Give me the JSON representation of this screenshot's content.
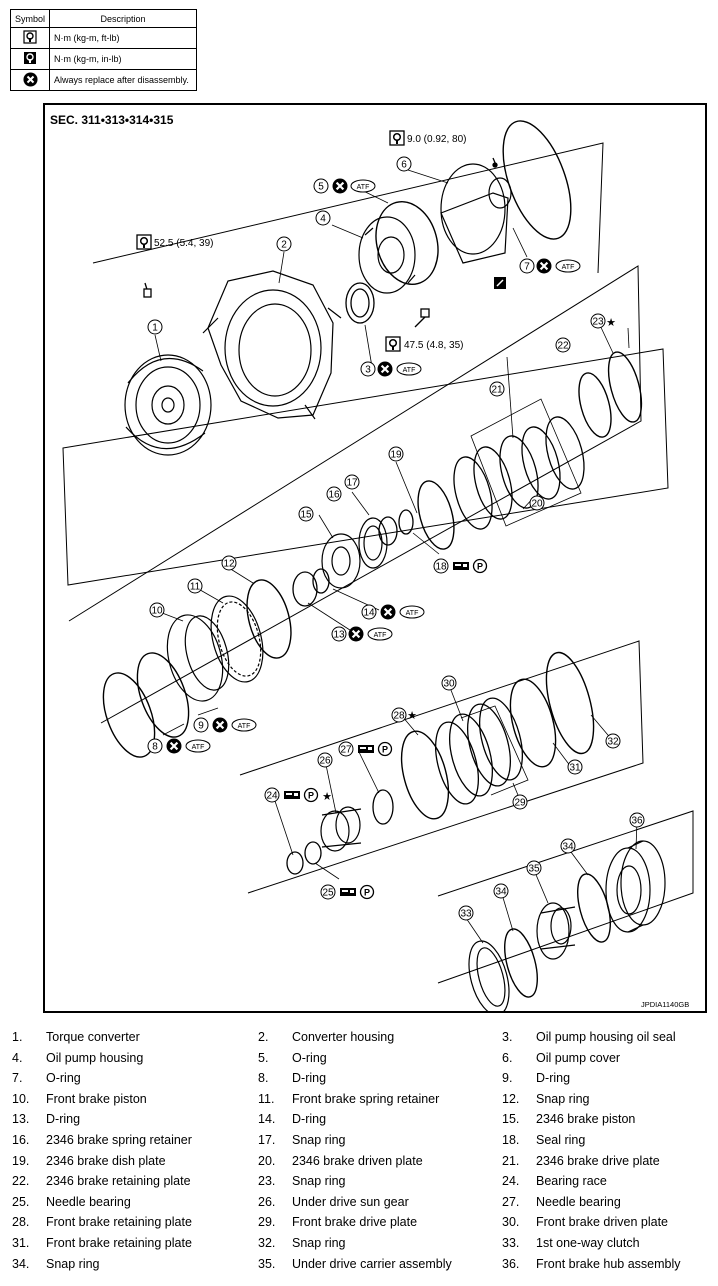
{
  "symbol_table": {
    "header_symbol": "Symbol",
    "header_description": "Description",
    "rows": [
      {
        "icon": "torque-wrench-icon",
        "desc": "N·m (kg-m, ft-lb)"
      },
      {
        "icon": "torque-wrench-filled-icon",
        "desc": "N·m (kg-m, in-lb)"
      },
      {
        "icon": "replace-x-icon",
        "desc": "Always replace after disassembly."
      }
    ]
  },
  "diagram": {
    "section": "SEC. 311•313•314•315",
    "code": "JPDIA1140GB",
    "torques": {
      "t1": "9.0 (0.92, 80)",
      "t2": "52.5 (5.4, 39)",
      "t3": "47.5 (4.8, 35)"
    },
    "atf": "ATF",
    "p": "P",
    "star": "★",
    "callouts": [
      "1",
      "2",
      "3",
      "4",
      "5",
      "6",
      "7",
      "8",
      "9",
      "10",
      "11",
      "12",
      "13",
      "14",
      "15",
      "16",
      "17",
      "18",
      "19",
      "20",
      "21",
      "22",
      "23",
      "24",
      "25",
      "26",
      "27",
      "28",
      "29",
      "30",
      "31",
      "32",
      "33",
      "34",
      "35",
      "36"
    ]
  },
  "legend": [
    {
      "num": "1.",
      "name": "Torque converter"
    },
    {
      "num": "2.",
      "name": "Converter housing"
    },
    {
      "num": "3.",
      "name": "Oil pump housing oil seal"
    },
    {
      "num": "4.",
      "name": "Oil pump housing"
    },
    {
      "num": "5.",
      "name": "O-ring"
    },
    {
      "num": "6.",
      "name": "Oil pump cover"
    },
    {
      "num": "7.",
      "name": "O-ring"
    },
    {
      "num": "8.",
      "name": "D-ring"
    },
    {
      "num": "9.",
      "name": "D-ring"
    },
    {
      "num": "10.",
      "name": "Front brake piston"
    },
    {
      "num": "11.",
      "name": "Front brake spring retainer"
    },
    {
      "num": "12.",
      "name": "Snap ring"
    },
    {
      "num": "13.",
      "name": "D-ring"
    },
    {
      "num": "14.",
      "name": "D-ring"
    },
    {
      "num": "15.",
      "name": "2346 brake piston"
    },
    {
      "num": "16.",
      "name": "2346 brake spring retainer"
    },
    {
      "num": "17.",
      "name": "Snap ring"
    },
    {
      "num": "18.",
      "name": "Seal ring"
    },
    {
      "num": "19.",
      "name": "2346 brake dish plate"
    },
    {
      "num": "20.",
      "name": "2346 brake driven plate"
    },
    {
      "num": "21.",
      "name": "2346 brake drive plate"
    },
    {
      "num": "22.",
      "name": "2346 brake retaining plate"
    },
    {
      "num": "23.",
      "name": "Snap ring"
    },
    {
      "num": "24.",
      "name": "Bearing race"
    },
    {
      "num": "25.",
      "name": "Needle bearing"
    },
    {
      "num": "26.",
      "name": "Under drive sun gear"
    },
    {
      "num": "27.",
      "name": "Needle bearing"
    },
    {
      "num": "28.",
      "name": "Front brake retaining plate"
    },
    {
      "num": "29.",
      "name": "Front brake drive plate"
    },
    {
      "num": "30.",
      "name": "Front brake driven plate"
    },
    {
      "num": "31.",
      "name": "Front brake retaining plate"
    },
    {
      "num": "32.",
      "name": "Snap ring"
    },
    {
      "num": "33.",
      "name": "1st one-way clutch"
    },
    {
      "num": "34.",
      "name": "Snap ring"
    },
    {
      "num": "35.",
      "name": "Under drive carrier assembly"
    },
    {
      "num": "36.",
      "name": "Front brake hub assembly"
    }
  ]
}
